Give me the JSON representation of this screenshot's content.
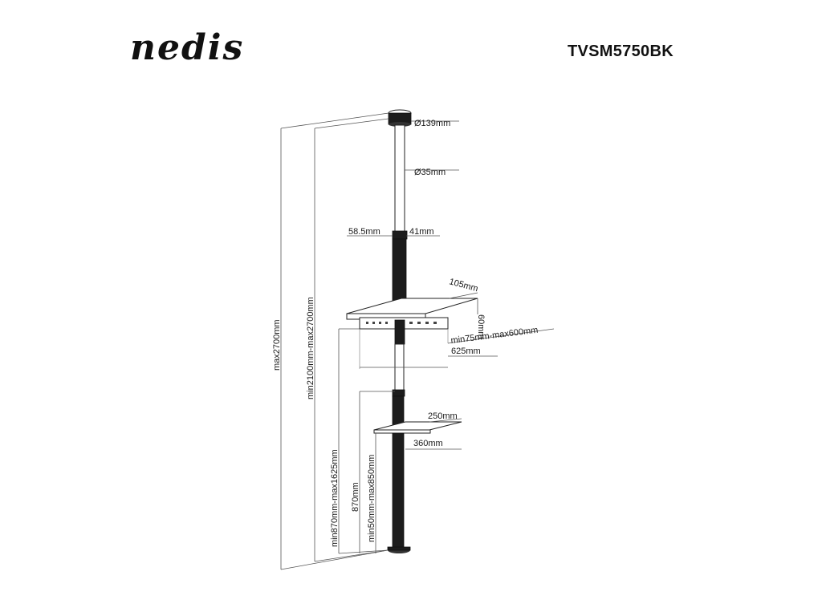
{
  "brand": {
    "logo_text": "nedis"
  },
  "model": "TVSM5750BK",
  "dimensions": {
    "ceiling_plate": "Ø139mm",
    "pole_diameter": "Ø35mm",
    "clamp_width": "58.5mm",
    "clamp_depth": "41mm",
    "tv_shelf_depth": "105mm",
    "tv_shelf_height": "60mm",
    "vesa_range": "min75mm-max600mm",
    "bracket_width": "625mm",
    "av_shelf_depth": "250mm",
    "av_shelf_width": "360mm",
    "total_height": "max2700mm",
    "pole_height_range": "min2100mm-max2700mm",
    "tv_mount_height_range": "min870mm-max1625mm",
    "clamp_height": "870mm",
    "av_shelf_height_range": "min50mm-max850mm"
  }
}
